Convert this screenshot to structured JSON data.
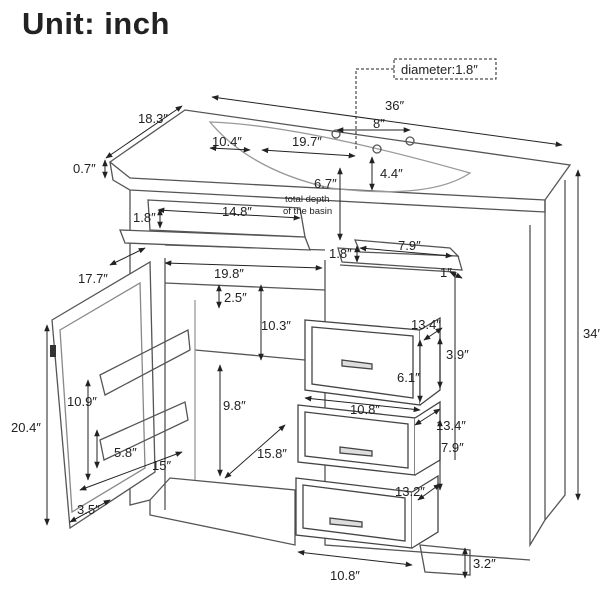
{
  "title": "Unit: inch",
  "callout": "diameter:1.8″",
  "depth_note": [
    "total depth",
    "of the basin"
  ],
  "dims": {
    "width_total": "36″",
    "depth_total": "18.3″",
    "top_thickness": "0.7″",
    "height_total": "34″",
    "faucet_spread": "8″",
    "basin_width": "19.7″",
    "basin_depth_front": "10.4″",
    "faucet_to_basin": "4.4″",
    "basin_total_depth": "6.7″",
    "flip_drawer_left_h": "1.8″",
    "flip_drawer_left_w": "14.8″",
    "flip_drawer_right_h": "1.8″",
    "flip_drawer_right_w": "7.9″",
    "flip_drawer_right_d": "1″",
    "door_depth": "17.7″",
    "opening_width": "19.8″",
    "shelf_gap": "2.5″",
    "upper_space": "10.3″",
    "drawer1_depth": "13.4″",
    "drawer1_h": "3.9″",
    "drawer1_inner": "6.1″",
    "drawer1_w": "10.8″",
    "door_height": "20.4″",
    "door_shelf_h": "10.9″",
    "door_shelf_low": "5.8″",
    "door_shelf_w": "15″",
    "door_shelf_d": "3.5″",
    "lower_space": "9.8″",
    "lower_depth": "15.8″",
    "drawer2_depth": "13.4″",
    "drawer2_h": "7.9″",
    "drawer3_depth": "13.2″",
    "drawer3_w": "10.8″",
    "toe_kick": "3.2″"
  },
  "colors": {
    "ink": "#222222",
    "line": "#555555",
    "light": "#9a9a9a"
  }
}
